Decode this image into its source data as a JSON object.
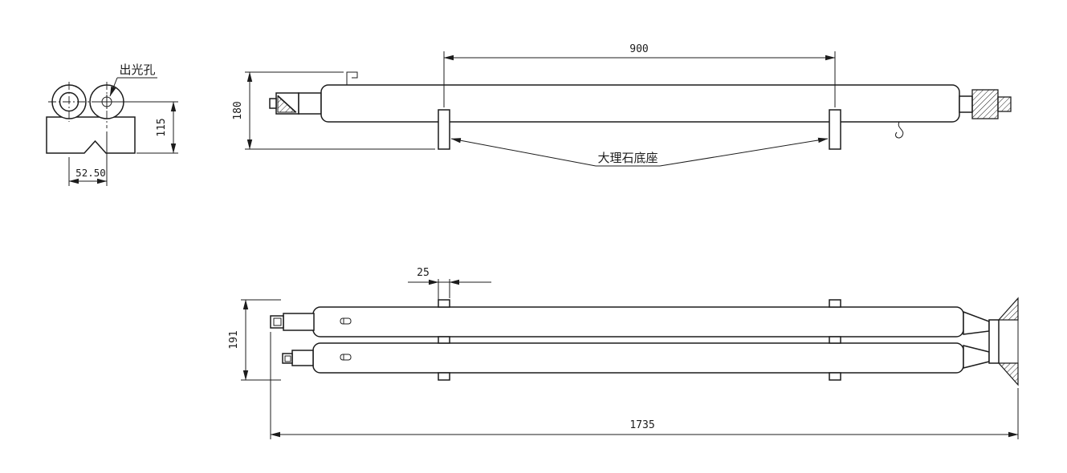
{
  "drawing": {
    "type": "engineering-drawing",
    "background_color": "#ffffff",
    "line_color": "#1c1c1c",
    "labels": {
      "light_exit_hole": "出光孔",
      "marble_base": "大理石底座"
    },
    "dimensions": {
      "front_height": "115",
      "front_offset": "52.50",
      "base_spacing": "900",
      "side_height": "180",
      "tab_width": "25",
      "pair_width": "191",
      "overall_length": "1735"
    }
  }
}
